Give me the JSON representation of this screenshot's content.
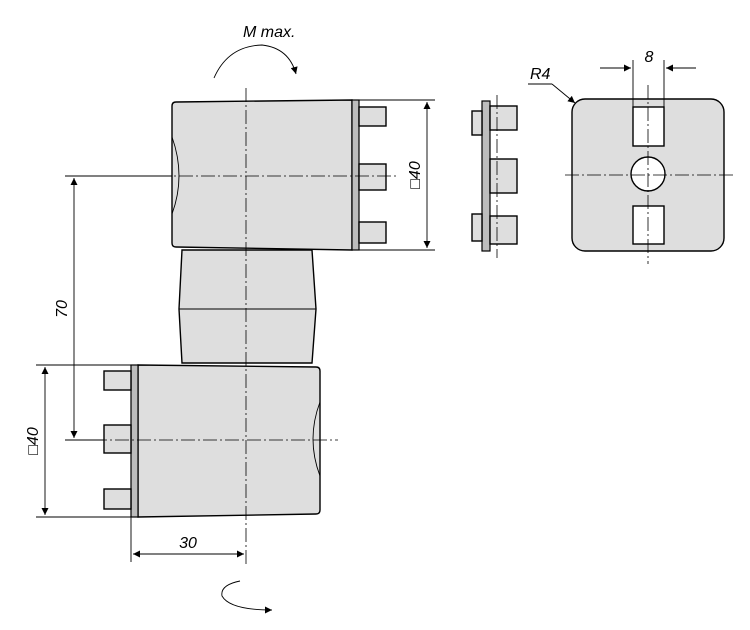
{
  "drawing": {
    "moment_label": "M max.",
    "radius_label": "R4",
    "width_8_label": "8",
    "square_40_right_label": "□40",
    "square_40_left_label": "□40",
    "height_70_label": "70",
    "width_30_label": "30"
  }
}
